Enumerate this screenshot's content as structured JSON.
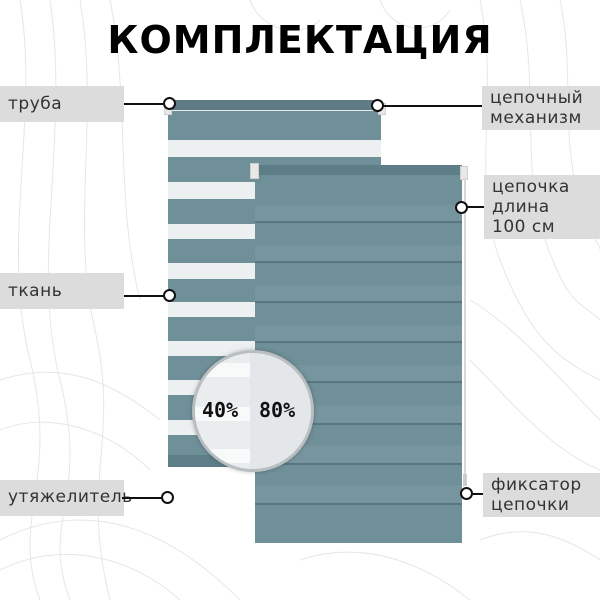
{
  "title": "КОМПЛЕКТАЦИЯ",
  "colors": {
    "fabric": "#6f8f99",
    "fabric_dark": "#5e7e87",
    "sheer_stripe": "#edf0f1",
    "label_bg": "#dcdcdc",
    "leader": "#111111"
  },
  "labels": {
    "tube": "труба",
    "chain_mechanism": [
      "цепочный",
      "механизм"
    ],
    "chain_length": [
      "цепочка",
      "длина",
      "100 см"
    ],
    "fabric": "ткань",
    "weight_bar": "утяжелитель",
    "chain_retainer": [
      "фиксатор",
      "цепочки"
    ]
  },
  "magnifier": {
    "left_value": "40%",
    "right_value": "80%"
  }
}
